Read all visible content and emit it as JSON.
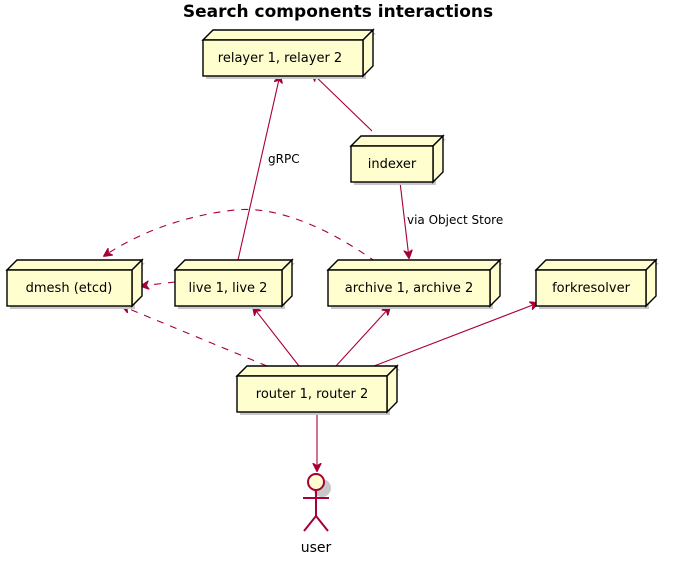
{
  "title": "Search components interactions",
  "nodes": {
    "relayer": "relayer 1, relayer 2",
    "indexer": "indexer",
    "dmesh": "dmesh (etcd)",
    "live": "live 1, live 2",
    "archive": "archive 1, archive 2",
    "forkresolver": "forkresolver",
    "router": "router 1, router 2"
  },
  "edges": {
    "live_relayer": "gRPC",
    "indexer_archive": "via Object Store"
  },
  "actor": {
    "user": "user"
  },
  "colors": {
    "node_fill": "#FEFECE",
    "edge": "#A80036",
    "border": "#000000"
  }
}
